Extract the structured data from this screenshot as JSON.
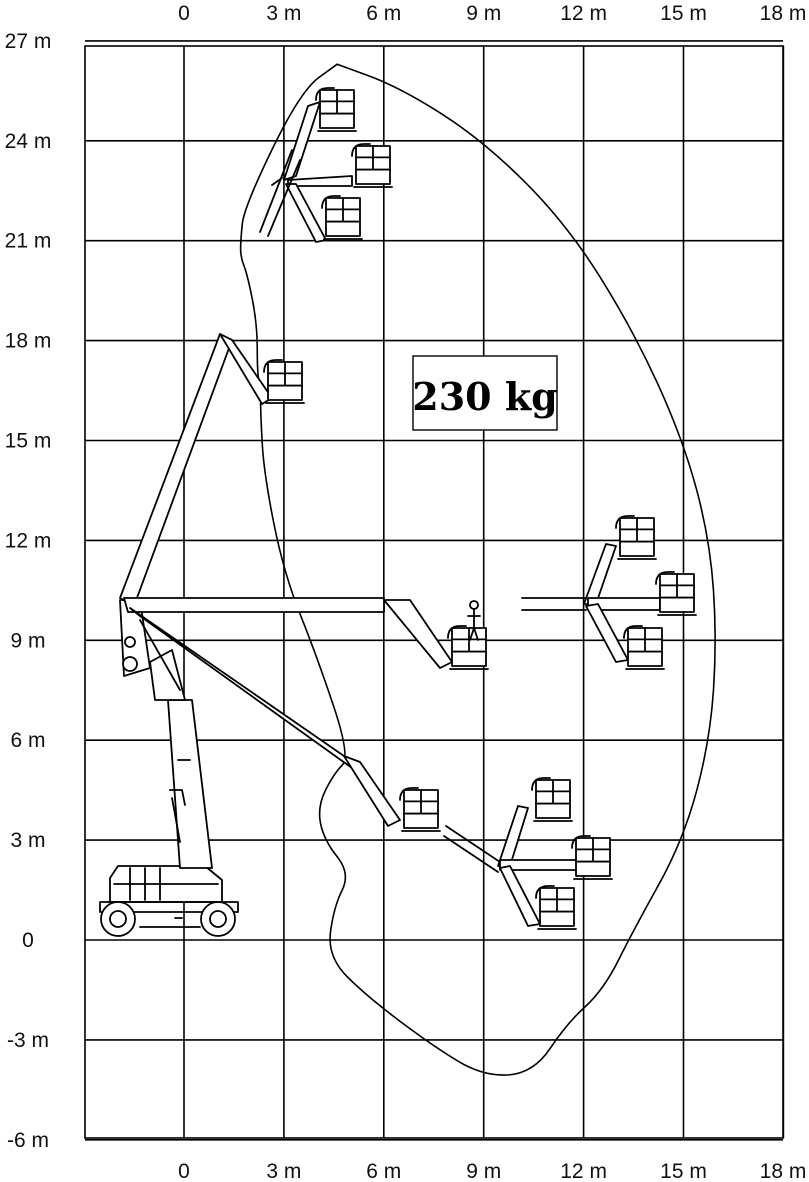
{
  "x_axis_top": [
    "0",
    "3 m",
    "6 m",
    "9  m",
    "12 m",
    "15 m",
    "18 m"
  ],
  "x_axis_bottom": [
    "0",
    "3 m",
    "6 m",
    "9  m",
    "12 m",
    "15 m",
    "18 m"
  ],
  "y_axis": [
    "27 m",
    "24 m",
    "21 m",
    "18 m",
    "15 m",
    "12 m",
    "9 m",
    "6 m",
    "3 m",
    "0",
    "-3 m",
    "-6 m"
  ],
  "capacity_label": "230 kg",
  "chart_data": {
    "type": "working-range-diagram",
    "x_ticks_m": [
      0,
      3,
      6,
      9,
      12,
      15,
      18
    ],
    "y_ticks_m": [
      27,
      24,
      21,
      18,
      15,
      12,
      9,
      6,
      3,
      0,
      -3,
      -6
    ],
    "x_range_m": [
      -3,
      18
    ],
    "y_range_m": [
      -6,
      27
    ],
    "grid": true,
    "platform_capacity": "230 kg",
    "envelope_m": [
      [
        4.6,
        26.3
      ],
      [
        6.5,
        25.6
      ],
      [
        9.0,
        24.0
      ],
      [
        11.5,
        21.5
      ],
      [
        13.5,
        18.3
      ],
      [
        15.0,
        15.0
      ],
      [
        15.8,
        12.0
      ],
      [
        16.0,
        9.0
      ],
      [
        15.8,
        6.0
      ],
      [
        15.0,
        3.0
      ],
      [
        13.5,
        0.3
      ],
      [
        12.6,
        -1.5
      ],
      [
        11.5,
        -2.5
      ],
      [
        10.5,
        -4.0
      ],
      [
        9.0,
        -4.1
      ],
      [
        7.5,
        -3.2
      ],
      [
        5.5,
        -1.7
      ],
      [
        4.3,
        -0.5
      ],
      [
        4.5,
        1.0
      ],
      [
        5.0,
        2.0
      ],
      [
        4.2,
        3.0
      ],
      [
        4.0,
        4.0
      ],
      [
        4.5,
        5.0
      ],
      [
        5.0,
        5.5
      ],
      [
        4.0,
        8.5
      ],
      [
        3.0,
        11.0
      ],
      [
        2.4,
        14.0
      ],
      [
        2.3,
        15.8
      ],
      [
        2.3,
        16.6
      ],
      [
        2.2,
        17.0
      ],
      [
        2.2,
        18.5
      ],
      [
        1.9,
        20.0
      ],
      [
        1.7,
        20.5
      ],
      [
        1.7,
        21.0
      ],
      [
        1.8,
        22.0
      ],
      [
        3.5,
        25.5
      ],
      [
        4.6,
        26.3
      ]
    ]
  }
}
